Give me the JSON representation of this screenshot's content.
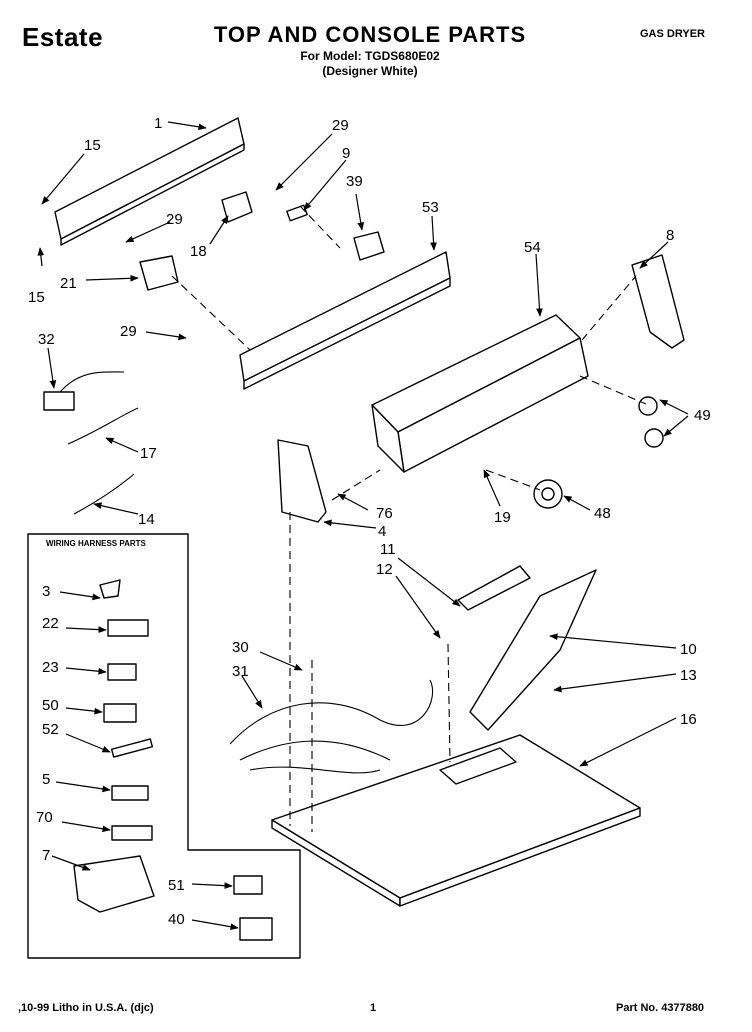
{
  "header": {
    "brand": "Estate",
    "title": "TOP AND CONSOLE PARTS",
    "model_line": "For Model: TGDS680E02",
    "finish_line": "(Designer White)",
    "product": "GAS DRYER"
  },
  "wiring_box": {
    "title": "WIRING HARNESS PARTS"
  },
  "callouts": {
    "c1": "1",
    "c15a": "15",
    "c15b": "15",
    "c29a": "29",
    "c29b": "29",
    "c29c": "29",
    "c9": "9",
    "c39": "39",
    "c53": "53",
    "c18": "18",
    "c21": "21",
    "c54": "54",
    "c8": "8",
    "c32": "32",
    "c17": "17",
    "c14": "14",
    "c49": "49",
    "c76": "76",
    "c4": "4",
    "c19": "19",
    "c48": "48",
    "c11": "11",
    "c12": "12",
    "c10": "10",
    "c13": "13",
    "c16": "16",
    "c30": "30",
    "c31": "31",
    "c3": "3",
    "c22": "22",
    "c23": "23",
    "c50": "50",
    "c52": "52",
    "c5": "5",
    "c70": "70",
    "c7": "7",
    "c51": "51",
    "c40": "40"
  },
  "footer": {
    "litho": ",10-99 Litho in U.S.A. (djc)",
    "page": "1",
    "part_no": "Part No. 4377880"
  }
}
